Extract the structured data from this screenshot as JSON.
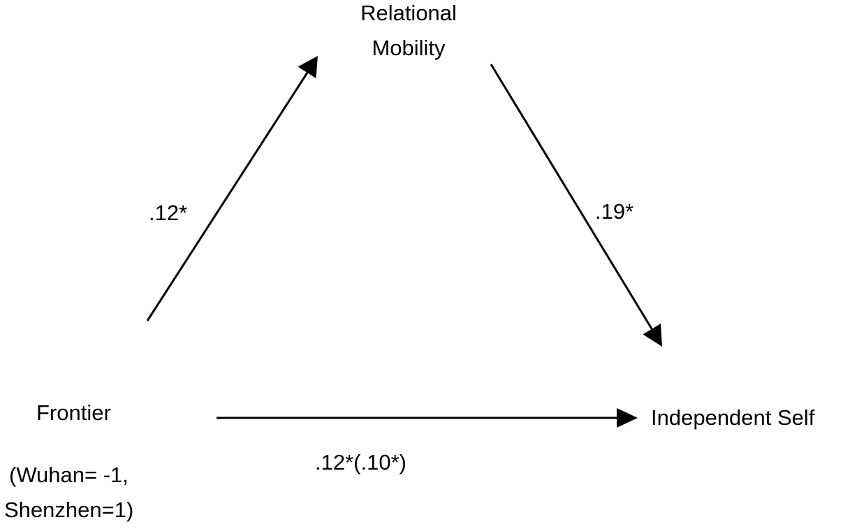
{
  "nodes": {
    "mediator": {
      "line1": "Relational",
      "line2": "Mobility"
    },
    "predictor": {
      "name": "Frontier",
      "coding_line1": "(Wuhan= -1,",
      "coding_line2": "Shenzhen=1)"
    },
    "outcome": {
      "name": "Independent Self"
    }
  },
  "paths": {
    "a": {
      "coefficient": ".12*"
    },
    "b": {
      "coefficient": ".19*"
    },
    "c": {
      "coefficient": ".12*(.10*)"
    }
  },
  "colors": {
    "ink": "#000000",
    "background": "#ffffff"
  }
}
